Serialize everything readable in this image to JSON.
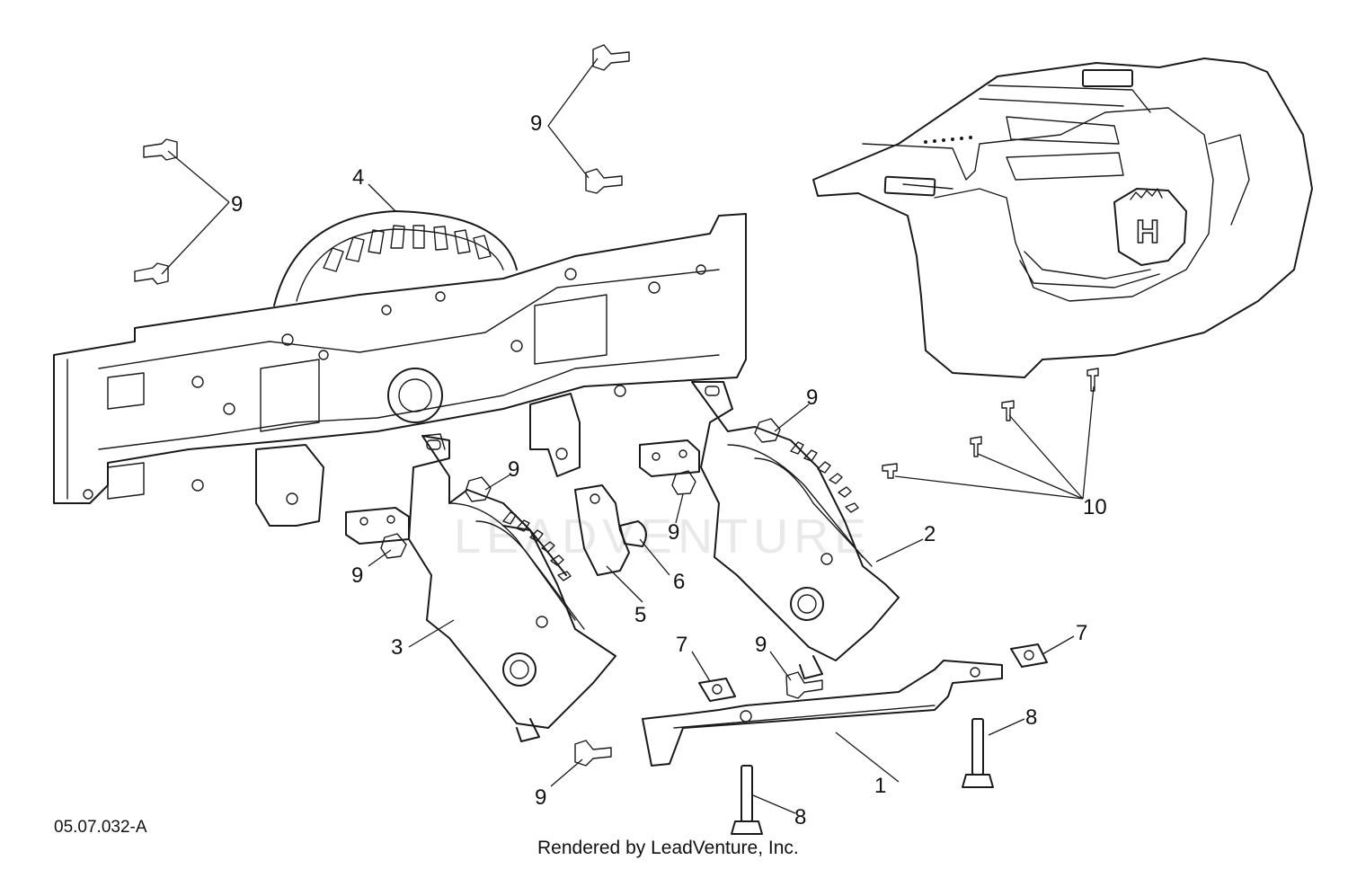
{
  "diagram": {
    "code": "05.07.032-A",
    "credit": "Rendered by LeadVenture, Inc.",
    "watermark": "LEADVENTURE",
    "brand_badge": "H",
    "callouts": {
      "c1": "1",
      "c2": "2",
      "c3": "3",
      "c4": "4",
      "c5": "5",
      "c6": "6",
      "c7a": "7",
      "c7b": "7",
      "c8a": "8",
      "c8b": "8",
      "c9a": "9",
      "c9b": "9",
      "c9c": "9",
      "c9d": "9",
      "c9e": "9",
      "c9f": "9",
      "c9g": "9",
      "c9h": "9",
      "c10": "10"
    }
  }
}
